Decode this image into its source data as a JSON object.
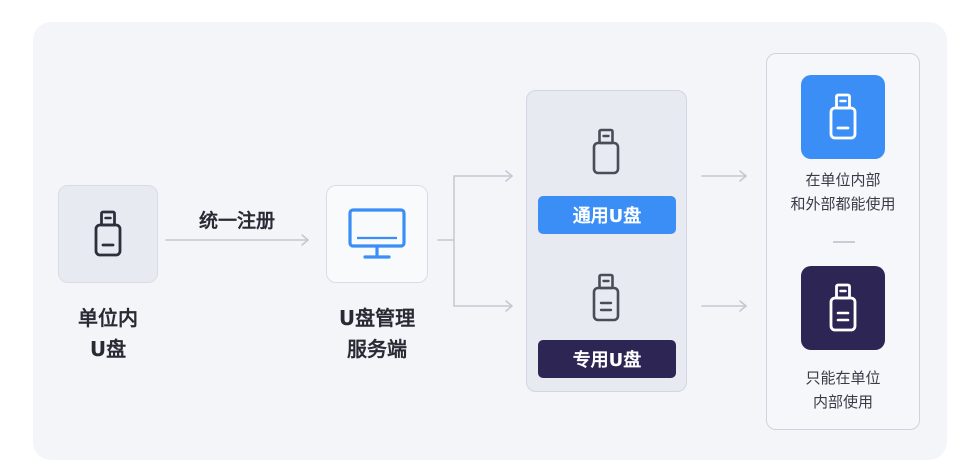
{
  "source": {
    "label_line1": "单位内",
    "label_line2": "U盘",
    "icon": "usb-drive-icon"
  },
  "edge_register": {
    "label": "统一注册"
  },
  "server": {
    "label_line1": "U盘管理",
    "label_line2": "服务端",
    "icon": "monitor-icon"
  },
  "types": [
    {
      "tag": "通用U盘",
      "tag_color": "#3a8ef6",
      "icon": "usb-drive-icon"
    },
    {
      "tag": "专用U盘",
      "tag_color": "#2d2554",
      "icon": "usb-drive-icon"
    }
  ],
  "results": [
    {
      "line1": "在单位内部",
      "line2": "和外部都能使用",
      "tile_color": "#3a8ef6",
      "icon": "usb-drive-icon"
    },
    {
      "line1": "只能在单位",
      "line2": "内部使用",
      "tile_color": "#2d2554",
      "icon": "usb-drive-icon"
    }
  ],
  "colors": {
    "blue": "#3a8ef6",
    "navy": "#2d2554",
    "arrow": "#c4c7d2"
  }
}
